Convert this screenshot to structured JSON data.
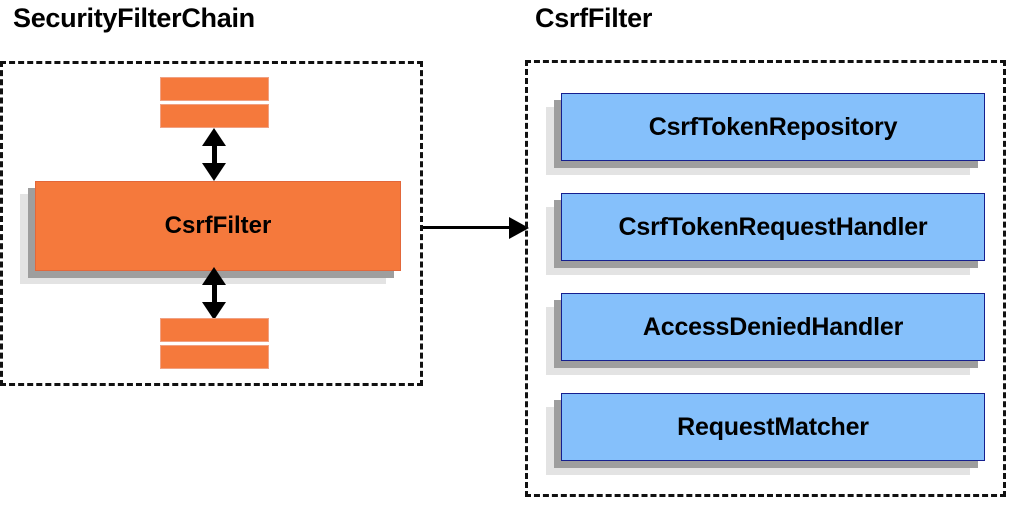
{
  "diagram": {
    "background_color": "#ffffff",
    "accent_orange": "#f5793c",
    "accent_blue": "#85c0fb",
    "blue_border": "#151f8f",
    "shadow_mid": "#9e9e9e",
    "shadow_back": "#e3e3e3",
    "outline_color": "#111111"
  },
  "left_panel": {
    "title": "SecurityFilterChain",
    "filter_box": {
      "label": "CsrfFilter"
    },
    "upper_bars": [
      "",
      ""
    ],
    "lower_bars": [
      "",
      ""
    ],
    "arrows": {
      "upper": "double-headed-vertical-arrow",
      "lower": "double-headed-vertical-arrow"
    }
  },
  "connector": {
    "arrow": "right-arrow",
    "from": "CsrfFilter",
    "to": "CsrfFilter"
  },
  "right_panel": {
    "title": "CsrfFilter",
    "collaborators": [
      {
        "label": "CsrfTokenRepository"
      },
      {
        "label": "CsrfTokenRequestHandler"
      },
      {
        "label": "AccessDeniedHandler"
      },
      {
        "label": "RequestMatcher"
      }
    ]
  }
}
